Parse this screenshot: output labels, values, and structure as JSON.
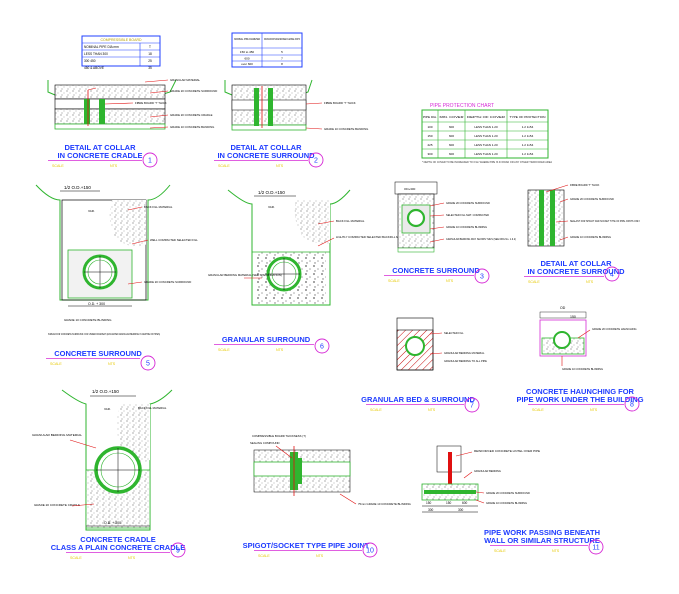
{
  "colors": {
    "line_green": "#2fb52f",
    "line_black": "#000000",
    "title_blue": "#1f3cff",
    "bubble_magenta": "#d62ad6",
    "scale_yellow": "#e6c800",
    "leader_red": "#e01010",
    "table_border_blue": "#2040ff",
    "table_header_yellow": "#f2dc00",
    "hatch_red": "#c81010",
    "concrete_gray": "#8a8a8a"
  },
  "tables": {
    "compressible_board": {
      "title": "COMPRESSIBLE BOARD",
      "rows": [
        [
          "NOMINAL PIPE DIA mm",
          "T"
        ],
        [
          "LESS THAN 300",
          "18"
        ],
        [
          "300 450",
          "25"
        ],
        [
          "450 & ABOVE",
          "35"
        ]
      ]
    },
    "flexible_joints": {
      "headers": [
        "NOMINAL PIPE DIAMETER",
        "MAXIMUM DISTANCE BETWEEN FLEXIBLE JOINTS"
      ],
      "rows": [
        [
          "150 to 450",
          "5"
        ],
        [
          "600",
          "7"
        ],
        [
          "over 600",
          "8"
        ]
      ]
    },
    "pipe_protection": {
      "title": "PIPE PROTECTION CHART",
      "headers": [
        "PIPE DIA.",
        "MIN. COVER",
        "DEPTH OF COVER",
        "TYPE OF PROTECTION"
      ],
      "rows": [
        [
          "100",
          "600",
          "LESS THAN 1.20",
          "1.2 1x54"
        ],
        [
          "150",
          "600",
          "LESS THAN 1.20",
          "1.2 1x54"
        ],
        [
          "225",
          "600",
          "LESS THAN 1.20",
          "1.2 1x54"
        ],
        [
          "300",
          "600",
          "LESS THAN 1.20",
          "1.2 1x54"
        ]
      ],
      "note": "* DEPTH OF COVER TO BE INCREASED TO 0.9m WHERE PIPE IS IN ROAD OR ANY OTHER TRAFFICKED AREA"
    }
  },
  "details": [
    {
      "title_lines": [
        "DETAIL AT COLLAR",
        "IN CONCRETE CRADLE"
      ],
      "number": "1",
      "scale": "SCALE",
      "nts": "NTS"
    },
    {
      "title_lines": [
        "DETAIL AT COLLAR",
        "IN CONCRETE SURROUND"
      ],
      "number": "2",
      "scale": "SCALE",
      "nts": "NTS"
    },
    {
      "title_lines": [
        "CONCRETE SURROUND"
      ],
      "number": "3",
      "scale": "SCALE",
      "nts": "NTS"
    },
    {
      "title_lines": [
        "DETAIL AT COLLAR",
        "IN CONCRETE SURROUND"
      ],
      "number": "4",
      "scale": "SCALE",
      "nts": "NTS"
    },
    {
      "title_lines": [
        "CONCRETE SURROUND"
      ],
      "number": "5",
      "scale": "SCALE",
      "nts": "NTS"
    },
    {
      "title_lines": [
        "GRANULAR SURROUND"
      ],
      "number": "6",
      "scale": "SCALE",
      "nts": "NTS"
    },
    {
      "title_lines": [
        "GRANULAR BED & SURROUND"
      ],
      "number": "7",
      "scale": "SCALE",
      "nts": "NTS"
    },
    {
      "title_lines": [
        "CONCRETE HAUNCHING FOR",
        "PIPE WORK UNDER THE BUILDING"
      ],
      "number": "8",
      "scale": "SCALE",
      "nts": "NTS"
    },
    {
      "title_lines": [
        "CONCRETE CRADLE",
        "CLASS A PLAIN CONCRETE CRADLE"
      ],
      "number": "9",
      "scale": "SCALE",
      "nts": "NTS"
    },
    {
      "title_lines": [
        "SPIGOT/SOCKET TYPE PIPE JOINT"
      ],
      "number": "10",
      "scale": "SCALE",
      "nts": "NTS"
    },
    {
      "title_lines": [
        "PIPE WORK PASSING BENEATH",
        "WALL OR SIMILAR STRUCTURE"
      ],
      "number": "11",
      "scale": "SCALE",
      "nts": "NTS"
    }
  ],
  "labels": {
    "d1_granular": "GRANULAR MATERIAL",
    "d1_concrete": "GRADE 20 CONCRETE SURROUND",
    "d1_board": "FIBRE BOARD 'T' THICK",
    "d1_cradle": "GRADE 20 CONCRETE CRADLE",
    "d1_blinding": "GRADE 10 CONCRETE BLINDING",
    "d2_board": "FIBRE BOARD 'T' THICK",
    "d2_blinding": "GRADE 10 CONCRETE BLINDING",
    "d5_dim": "1/2 O.D.+150",
    "d5_var": "VAR.",
    "d5_backfill": "BACK FILL MATERIAL",
    "d5_compacted": "WELL COMPACTED SELECTED FILL",
    "d5_grade": "GRADE 20 CONCRETE SURROUND",
    "d5_od": "O.D. + 300",
    "d5_blinding": "GRADE 10 CONCRETE BLINDING",
    "d5_note": "SIMILAR FOR CONCRETE SURROUND. FOR UNDER ROADWAY (EXCAVATED GRANULAR BEDDING IN CENTRE OF PIPES)",
    "d6_dim": "1/2 O.D.+150",
    "d6_var": "VAR.",
    "d6_backfill": "BACK FILL MATERIAL",
    "d6_lightly": "LIGHTLY COMPACTED SELECTED BACKFILL MATERIAL",
    "d6_granular": "GRANULAR BEDDING MATERIAL (SEE SPECIFICATION)",
    "d3_dim": "OD+300",
    "d3_grade": "GRADE 20 CONCRETE SURROUND",
    "d3_selected": "SELECTED FILL MAT. COMPACTED",
    "d3_blinding": "GRADE 10 CONCRETE BLINDING",
    "d3_granular": "GRANULAR BEDDING MAT. SHOWN THUS (SEE DRG No. 1 & 2)",
    "d4_board": "FIBRE BOARD 'T' THICK",
    "d4_grade": "GRADE 20 CONCRETE SURROUND",
    "d4_sealant": "SEALANT FOR SPIGOT AND SOCKET TYPE OF PIPE JOINTS ONLY",
    "d4_blinding": "GRADE 10 CONCRETE BLINDING",
    "d7_fill": "SELECTED FILL",
    "d7_hatch": "GRANULAR BEDDING MATERIAL",
    "d7_spec": "GRANULAR BEDDING TO ALL PIPE",
    "d8_dim": "OD",
    "d8_top": "150",
    "d8_grade": "GRADE 20 CONCRETE HAUNCHING",
    "d8_granular": "GRADE 10 CONCRETE BLINDING",
    "d9_dim": "1/2 O.D.+150",
    "d9_var": "VAR.",
    "d9_backfill": "BACK FILL MATERIAL",
    "d9_granular": "GRANULAR BEDDING MATERIAL",
    "d9_grade": "GRADE 20 CONCRETE CRADLE",
    "d9_od": "O.D. + 300",
    "d10_board": "COMPRESSIBLE BOARD THICKNESS (T)",
    "d10_sealing": "SEALING COMPOUND",
    "d10_blinding": "75mm GRADE 10 CONCRETE BLINDING",
    "d11_lintel": "REINFORCED CONCRETE LINTEL OVER PIPE",
    "d11_granular": "GRANULAR BEDDING",
    "d11_concrete": "GRADE 20 CONCRETE SURROUND",
    "d11_blinding": "GRADE 10 CONCRETE BLINDING",
    "d11_dim_a": "150",
    "d11_dim_b": "150",
    "d11_dim_c": "600",
    "d11_dim_d": "300",
    "d11_dim_e": "300"
  }
}
